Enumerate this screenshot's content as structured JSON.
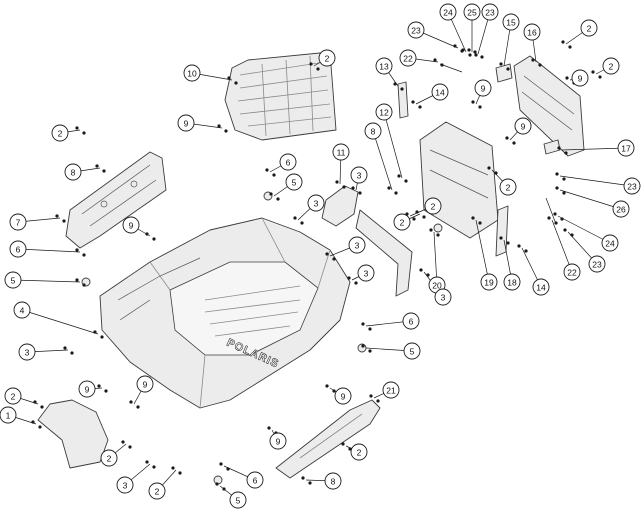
{
  "diagram": {
    "type": "exploded-parts-view",
    "wordmark": "POLARIS",
    "callouts": [
      {
        "id": "c24a",
        "label": "24"
      },
      {
        "id": "c25",
        "label": "25"
      },
      {
        "id": "c23a",
        "label": "23"
      },
      {
        "id": "c15",
        "label": "15"
      },
      {
        "id": "c16",
        "label": "16"
      },
      {
        "id": "c2a",
        "label": "2"
      },
      {
        "id": "c23b",
        "label": "23"
      },
      {
        "id": "c22a",
        "label": "22"
      },
      {
        "id": "c2b",
        "label": "2"
      },
      {
        "id": "c13",
        "label": "13"
      },
      {
        "id": "c9a",
        "label": "9"
      },
      {
        "id": "c2c",
        "label": "2"
      },
      {
        "id": "c10",
        "label": "10"
      },
      {
        "id": "c14a",
        "label": "14"
      },
      {
        "id": "c9b",
        "label": "9"
      },
      {
        "id": "c12",
        "label": "12"
      },
      {
        "id": "c9c",
        "label": "9"
      },
      {
        "id": "c2d",
        "label": "2"
      },
      {
        "id": "c17",
        "label": "17"
      },
      {
        "id": "c8a",
        "label": "8"
      },
      {
        "id": "c11",
        "label": "11"
      },
      {
        "id": "c2e",
        "label": "2"
      },
      {
        "id": "c8b",
        "label": "8"
      },
      {
        "id": "c6a",
        "label": "6"
      },
      {
        "id": "c5a",
        "label": "5"
      },
      {
        "id": "c9d",
        "label": "9"
      },
      {
        "id": "c3a",
        "label": "3"
      },
      {
        "id": "c2f",
        "label": "2"
      },
      {
        "id": "c23c",
        "label": "23"
      },
      {
        "id": "c26",
        "label": "26"
      },
      {
        "id": "c7",
        "label": "7"
      },
      {
        "id": "c9e",
        "label": "9"
      },
      {
        "id": "c3b",
        "label": "3"
      },
      {
        "id": "c24b",
        "label": "24"
      },
      {
        "id": "c2g",
        "label": "2"
      },
      {
        "id": "c6b",
        "label": "6"
      },
      {
        "id": "c3c",
        "label": "3"
      },
      {
        "id": "c5b",
        "label": "5"
      },
      {
        "id": "c3d",
        "label": "3"
      },
      {
        "id": "c20",
        "label": "20"
      },
      {
        "id": "c19",
        "label": "19"
      },
      {
        "id": "c18",
        "label": "18"
      },
      {
        "id": "c14b",
        "label": "14"
      },
      {
        "id": "c22b",
        "label": "22"
      },
      {
        "id": "c23d",
        "label": "23"
      },
      {
        "id": "c3e",
        "label": "3"
      },
      {
        "id": "c4",
        "label": "4"
      },
      {
        "id": "c6c",
        "label": "6"
      },
      {
        "id": "c3f",
        "label": "3"
      },
      {
        "id": "c5c",
        "label": "5"
      },
      {
        "id": "c2h",
        "label": "2"
      },
      {
        "id": "c9f",
        "label": "9"
      },
      {
        "id": "c9g",
        "label": "9"
      },
      {
        "id": "c21",
        "label": "21"
      },
      {
        "id": "c9h",
        "label": "9"
      },
      {
        "id": "c1",
        "label": "1"
      },
      {
        "id": "c2i",
        "label": "2"
      },
      {
        "id": "c9i",
        "label": "9"
      },
      {
        "id": "c2j",
        "label": "2"
      },
      {
        "id": "c3g",
        "label": "3"
      },
      {
        "id": "c2k",
        "label": "2"
      },
      {
        "id": "c6d",
        "label": "6"
      },
      {
        "id": "c8c",
        "label": "8"
      },
      {
        "id": "c5d",
        "label": "5"
      }
    ]
  }
}
